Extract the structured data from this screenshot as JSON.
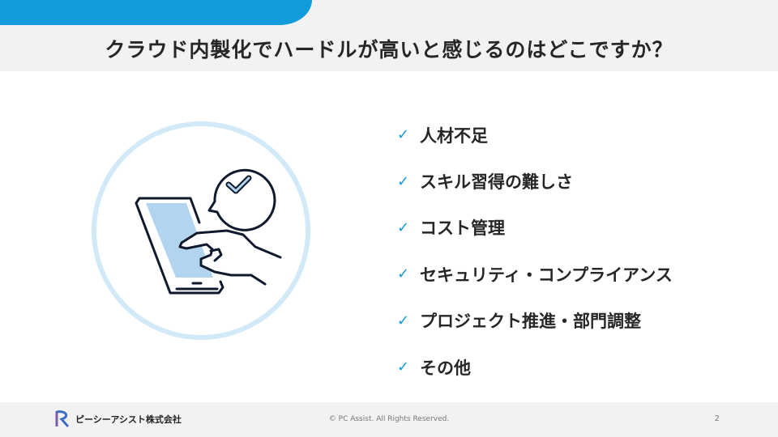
{
  "header": {
    "title": "クラウド内製化でハードルが高いと感じるのはどこですか？"
  },
  "items": [
    {
      "label": "人材不足"
    },
    {
      "label": "スキル習得の難しさ"
    },
    {
      "label": "コスト管理"
    },
    {
      "label": "セキュリティ・コンプライアンス"
    },
    {
      "label": "プロジェクト推進・部門調整"
    },
    {
      "label": "その他"
    }
  ],
  "check_glyph": "✓",
  "footer": {
    "company": "ピーシーアシスト株式会社",
    "copyright": "© PC Assist. All Rights Reserved.",
    "page": "2"
  },
  "colors": {
    "accent": "#139cdb",
    "circle": "#d2eaf8",
    "screen": "#b3d4ef"
  }
}
